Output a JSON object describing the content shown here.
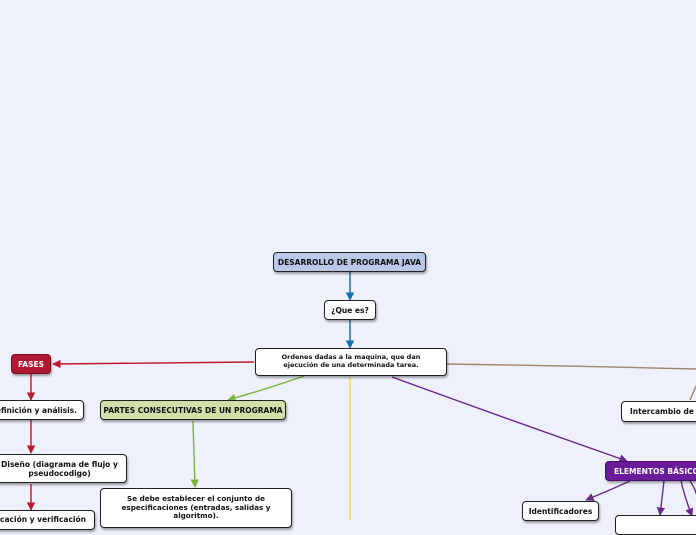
{
  "nodes": {
    "root": {
      "label": "DESARROLLO DE PROGRAMA JAVA",
      "fill": "#b8c8e6"
    },
    "que_es": {
      "label": "¿Que es?"
    },
    "ordenes": {
      "label": "Ordenes dadas a la maquina, que dan ejecución de una determinada tarea."
    },
    "fases": {
      "label": "FASES",
      "fill": "#b01834",
      "text_color": "#ffffff"
    },
    "definicion": {
      "label": "Definición y análisis."
    },
    "diseno": {
      "label": "Diseño (diagrama de flujo y pseudocodigo)"
    },
    "codificacion": {
      "label": "Codificación y verificación"
    },
    "partes": {
      "label": "PARTES CONSECUTIVAS DE UN PROGRAMA",
      "fill": "#cfe0a8"
    },
    "especificaciones": {
      "label": "Se debe establecer el conjunto de especificaciones (entradas, salidas y algoritmo)."
    },
    "elementos": {
      "label": "ELEMENTOS BÁSICOS",
      "fill": "#6a1b9a",
      "text_color": "#ffffff"
    },
    "identificadores": {
      "label": "Identificadores"
    },
    "intercambio": {
      "label": "Intercambio de valores"
    }
  },
  "colors": {
    "blue_link": "#0a6fb5",
    "red_link": "#c0182e",
    "green_link": "#7ab43c",
    "purple_link": "#6a2a8c",
    "brown_link": "#a0866a",
    "yellow_link": "#f2de29"
  }
}
